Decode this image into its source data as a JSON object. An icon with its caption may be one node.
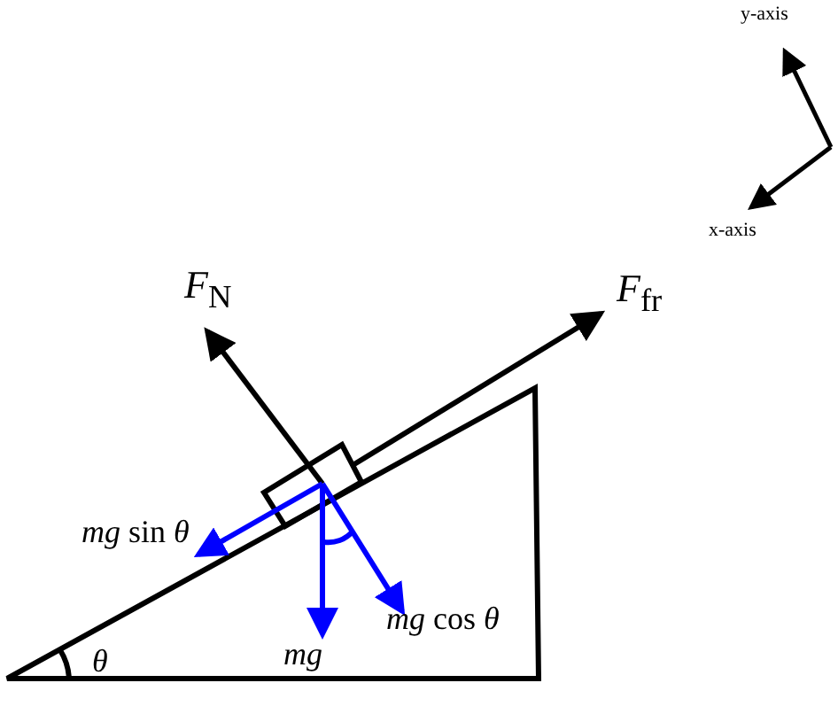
{
  "diagram": {
    "labels": [
      "y-axis",
      "x-axis",
      "*F*$_{N}$",
      "*F*$_{fr}$",
      "*mg* sin *θ*",
      "*mg* cos *θ*",
      "mg",
      "θ"
    ]
  }
}
